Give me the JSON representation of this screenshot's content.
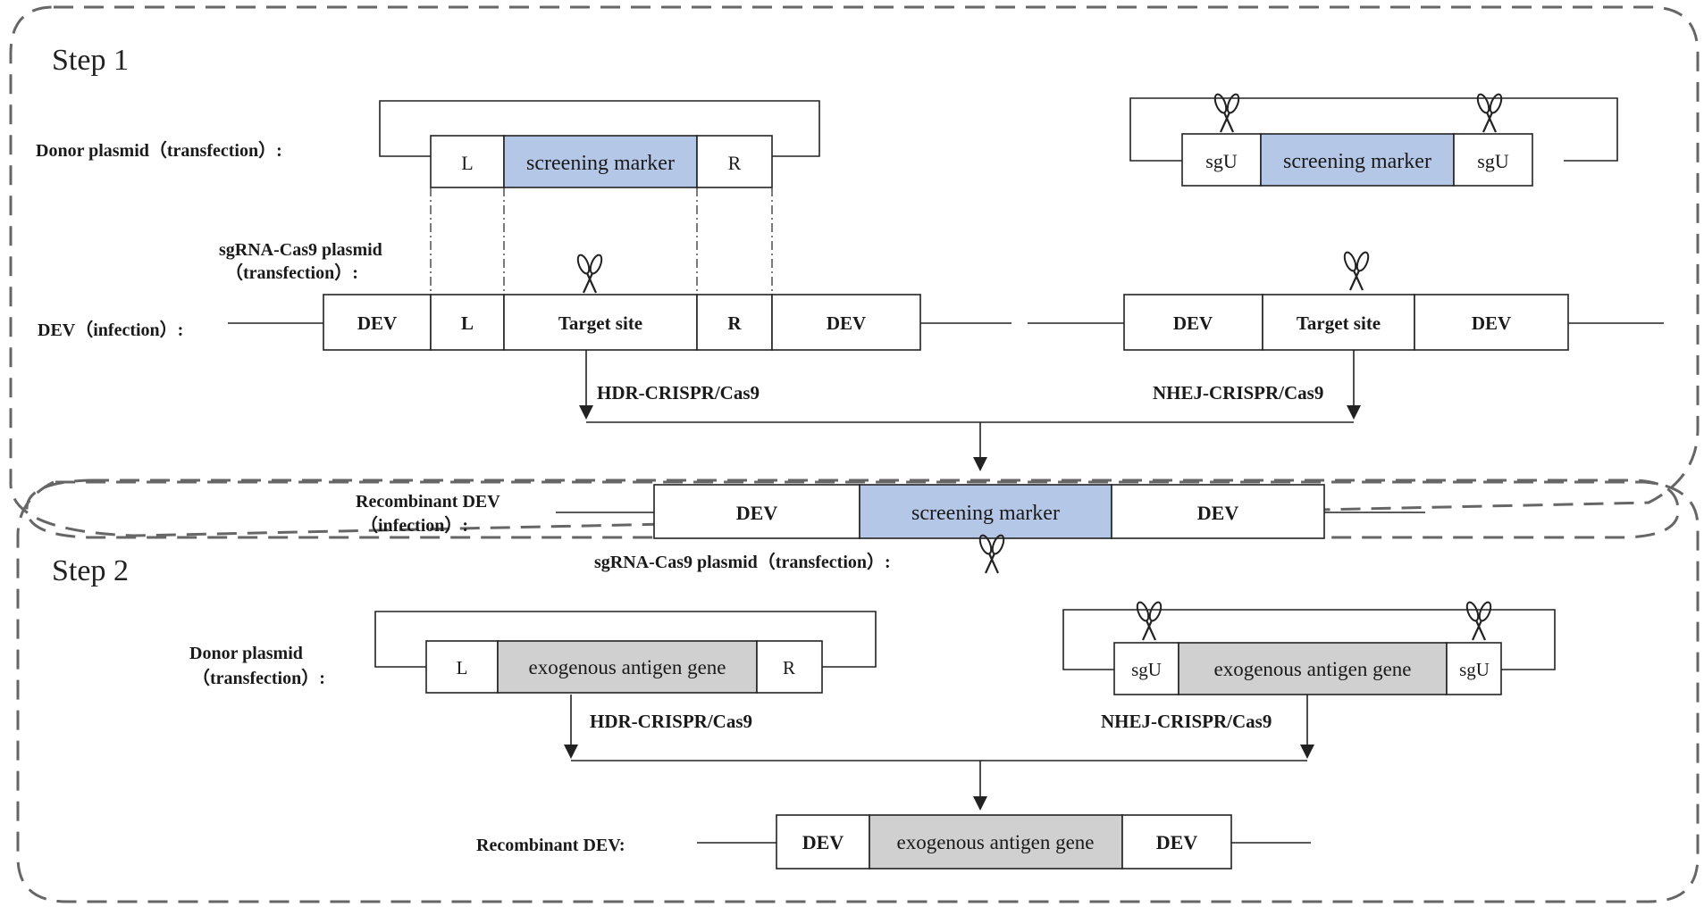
{
  "step1": {
    "title": "Step 1",
    "donor_label": "Donor plasmid（transfection）:",
    "hdr_donor": {
      "left": "L",
      "marker": "screening marker",
      "right": "R"
    },
    "nhej_donor": {
      "left": "sgU",
      "marker": "screening marker",
      "right": "sgU"
    },
    "sgrna_label_line1": "sgRNA-Cas9 plasmid",
    "sgrna_label_line2": "（transfection）:",
    "dev_label": "DEV（infection）:",
    "hdr_dev": {
      "seg1": "DEV",
      "seg2": "L",
      "seg3": "Target site",
      "seg4": "R",
      "seg5": "DEV"
    },
    "nhej_dev": {
      "seg1": "DEV",
      "seg2": "Target site",
      "seg3": "DEV"
    },
    "hdr_method": "HDR-CRISPR/Cas9",
    "nhej_method": "NHEJ-CRISPR/Cas9"
  },
  "intermediate": {
    "label_line1": "Recombinant DEV",
    "label_line2": "（infection）:",
    "seg1": "DEV",
    "seg2": "screening marker",
    "seg3": "DEV",
    "sgrna_label": "sgRNA-Cas9 plasmid（transfection）:"
  },
  "step2": {
    "title": "Step 2",
    "donor_label_line1": "Donor plasmid",
    "donor_label_line2": "（transfection）:",
    "hdr_donor": {
      "left": "L",
      "gene": "exogenous antigen gene",
      "right": "R"
    },
    "nhej_donor": {
      "left": "sgU",
      "gene": "exogenous antigen gene",
      "right": "sgU"
    },
    "hdr_method": "HDR-CRISPR/Cas9",
    "nhej_method": "NHEJ-CRISPR/Cas9",
    "final_label": "Recombinant DEV:",
    "final": {
      "seg1": "DEV",
      "seg2": "exogenous antigen gene",
      "seg3": "DEV"
    }
  },
  "icons": {
    "scissors": "scissors-icon"
  },
  "colors": {
    "screening_marker": "#b4c7e7",
    "antigen_gene": "#d0d0d0",
    "frame": "#666666"
  }
}
